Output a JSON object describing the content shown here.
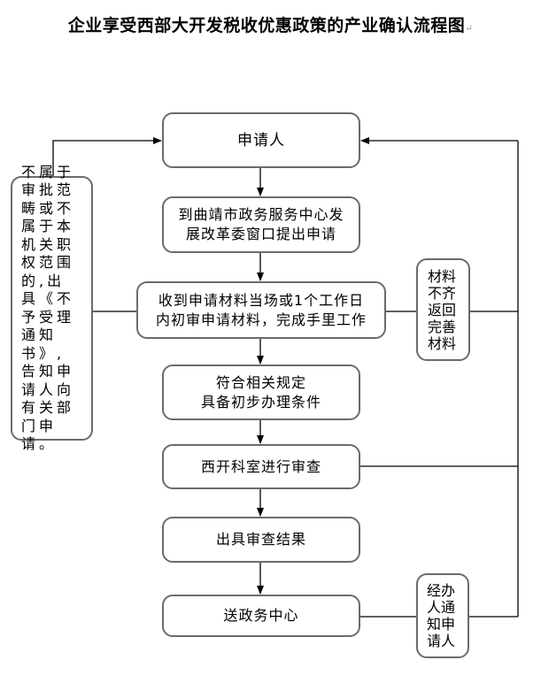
{
  "title": "企业享受西部大开发税收优惠政策的产业确认流程图",
  "paragraph_mark": "↵",
  "nodes": {
    "applicant": "申请人",
    "submit": "到曲靖市政务服务中心发\n展改革委窗口提出申请",
    "receive": "收到申请材料当场或1个工作日\n内初审申请材料，完成手里工作",
    "qualify": "符合相关规定\n具备初步办理条件",
    "review": "西开科室进行审查",
    "result": "出具审查结果",
    "send": "送政务中心",
    "reject": "不属于审批范畴或不属于本机关职权范围的,出具《不予受理通知书》,告知申请人向有关部门申请。",
    "incomplete": "材料不齐返回完善材料",
    "notify": "经办人通知申请人"
  }
}
